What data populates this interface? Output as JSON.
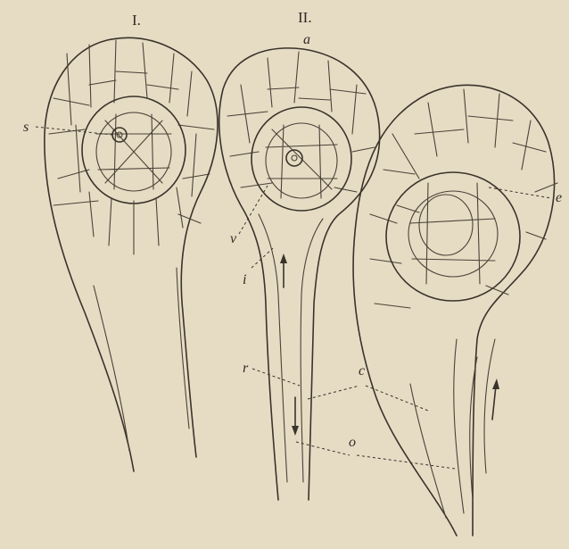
{
  "figure_titles": {
    "first": "I.",
    "second": "II."
  },
  "labels": {
    "a": "a",
    "s": "s",
    "e": "e",
    "v": "v",
    "i": "i",
    "r": "r",
    "c": "c",
    "o": "o"
  },
  "colors": {
    "paper": "#e6dcc4",
    "ink": "#3a332a"
  }
}
